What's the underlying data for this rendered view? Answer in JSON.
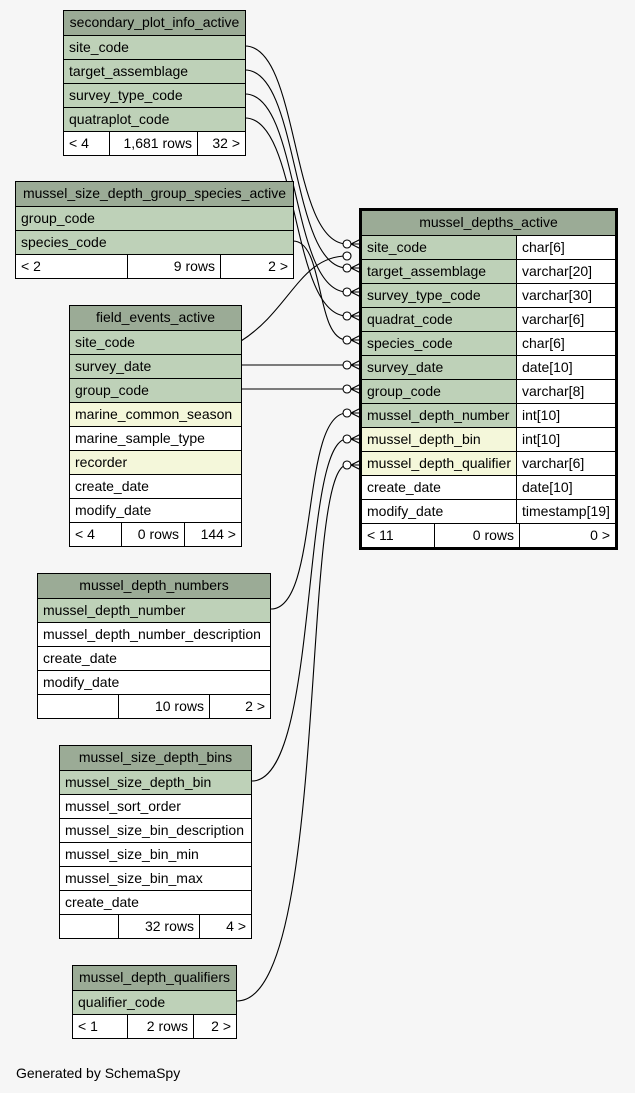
{
  "tables": {
    "secondary": {
      "title": "secondary_plot_info_active",
      "columns": [
        "site_code",
        "target_assemblage",
        "survey_type_code",
        "quatraplot_code"
      ],
      "footer": [
        "< 4",
        "1,681 rows",
        "32 >"
      ]
    },
    "group_species": {
      "title": "mussel_size_depth_group_species_active",
      "columns": [
        "group_code",
        "species_code"
      ],
      "footer": [
        "< 2",
        "9 rows",
        "2 >"
      ]
    },
    "field_events": {
      "title": "field_events_active",
      "columns": [
        "site_code",
        "survey_date",
        "group_code",
        "marine_common_season",
        "marine_sample_type",
        "recorder",
        "create_date",
        "modify_date"
      ],
      "footer": [
        "< 4",
        "0 rows",
        "144 >"
      ]
    },
    "depth_numbers": {
      "title": "mussel_depth_numbers",
      "columns": [
        "mussel_depth_number",
        "mussel_depth_number_description",
        "create_date",
        "modify_date"
      ],
      "footer": [
        "",
        "10 rows",
        "2 >"
      ]
    },
    "size_depth_bins": {
      "title": "mussel_size_depth_bins",
      "columns": [
        "mussel_size_depth_bin",
        "mussel_sort_order",
        "mussel_size_bin_description",
        "mussel_size_bin_min",
        "mussel_size_bin_max",
        "create_date"
      ],
      "footer": [
        "",
        "32 rows",
        "4 >"
      ]
    },
    "depth_qualifiers": {
      "title": "mussel_depth_qualifiers",
      "columns": [
        "qualifier_code"
      ],
      "footer": [
        "< 1",
        "2 rows",
        "2 >"
      ]
    },
    "depths_active": {
      "title": "mussel_depths_active",
      "columns": [
        {
          "name": "site_code",
          "type": "char[6]"
        },
        {
          "name": "target_assemblage",
          "type": "varchar[20]"
        },
        {
          "name": "survey_type_code",
          "type": "varchar[30]"
        },
        {
          "name": "quadrat_code",
          "type": "varchar[6]"
        },
        {
          "name": "species_code",
          "type": "char[6]"
        },
        {
          "name": "survey_date",
          "type": "date[10]"
        },
        {
          "name": "group_code",
          "type": "varchar[8]"
        },
        {
          "name": "mussel_depth_number",
          "type": "int[10]"
        },
        {
          "name": "mussel_depth_bin",
          "type": "int[10]"
        },
        {
          "name": "mussel_depth_qualifier",
          "type": "varchar[6]"
        },
        {
          "name": "create_date",
          "type": "date[10]"
        },
        {
          "name": "modify_date",
          "type": "timestamp[19]"
        }
      ],
      "footer": [
        "< 11",
        "0 rows",
        "0 >"
      ]
    }
  },
  "footer_text": "Generated by SchemaSpy",
  "colors": {
    "header": "#9bab96",
    "key": "#bed1b8",
    "indexed": "#f4f7da",
    "background": "#f6f6f6"
  }
}
